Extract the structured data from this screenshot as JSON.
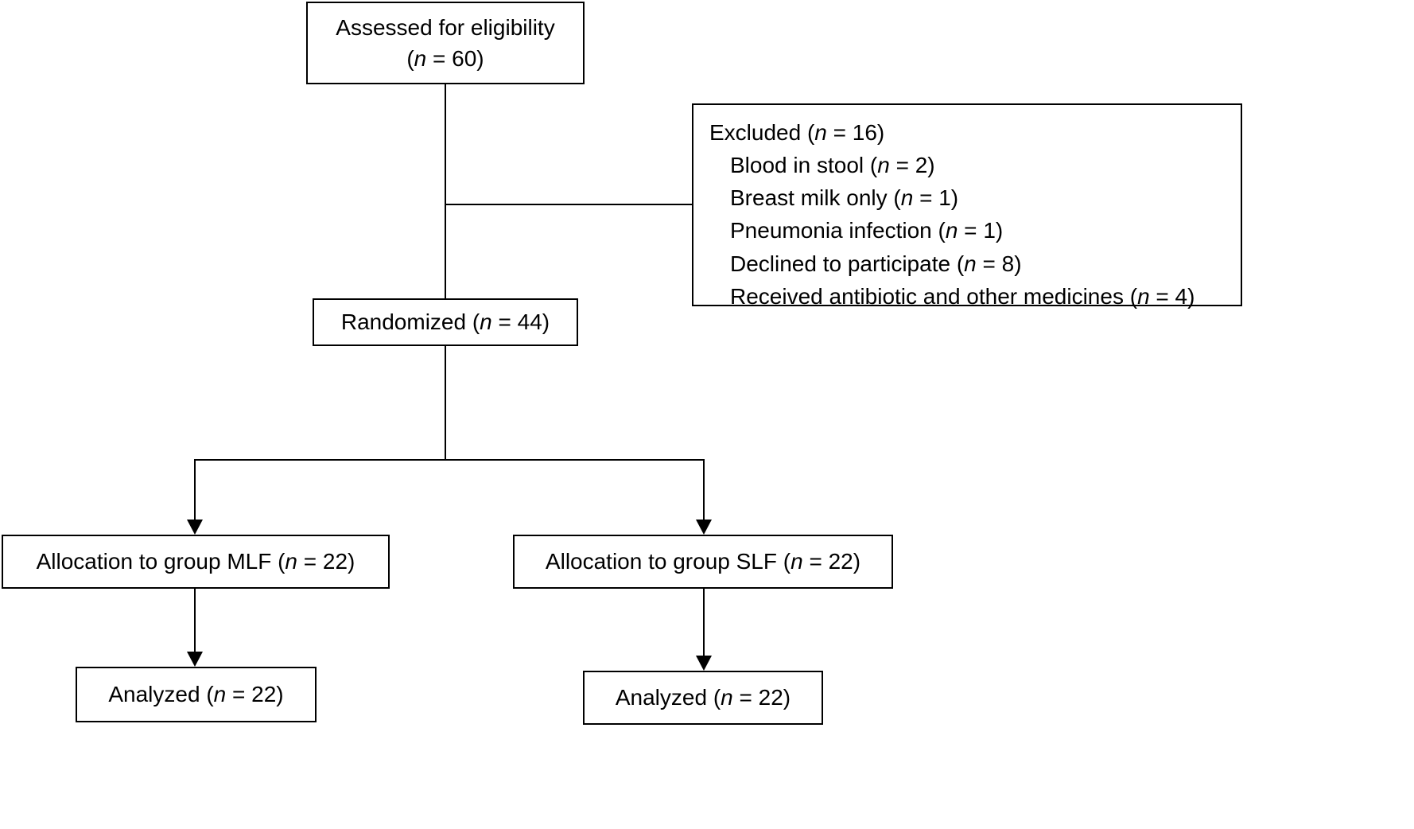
{
  "diagram": {
    "type": "consort-flowchart",
    "colors": {
      "border": "#000000",
      "background": "#ffffff",
      "text": "#000000"
    },
    "boxes": {
      "assessed": {
        "line1": "Assessed for eligibility",
        "line2": {
          "pre": "(",
          "i": "n",
          "post": " = 60)"
        }
      },
      "excluded": {
        "title": {
          "pre": "Excluded (",
          "i": "n",
          "post": " = 16)"
        },
        "items": [
          {
            "pre": "Blood in stool (",
            "i": "n",
            "post": " = 2)"
          },
          {
            "pre": "Breast milk only (",
            "i": "n",
            "post": " = 1)"
          },
          {
            "pre": "Pneumonia infection (",
            "i": "n",
            "post": " = 1)"
          },
          {
            "pre": "Declined to participate (",
            "i": "n",
            "post": " = 8)"
          },
          {
            "pre": "Received antibiotic and other medicines (",
            "i": "n",
            "post": " = 4)"
          }
        ]
      },
      "randomized": {
        "pre": "Randomized (",
        "i": "n",
        "post": " = 44)"
      },
      "alloc_mlf": {
        "pre": "Allocation to group MLF (",
        "i": "n",
        "post": " = 22)"
      },
      "alloc_slf": {
        "pre": "Allocation to group SLF (",
        "i": "n",
        "post": " = 22)"
      },
      "analyzed_mlf": {
        "pre": "Analyzed (",
        "i": "n",
        "post": " = 22)"
      },
      "analyzed_slf": {
        "pre": "Analyzed (",
        "i": "n",
        "post": " = 22)"
      }
    }
  }
}
